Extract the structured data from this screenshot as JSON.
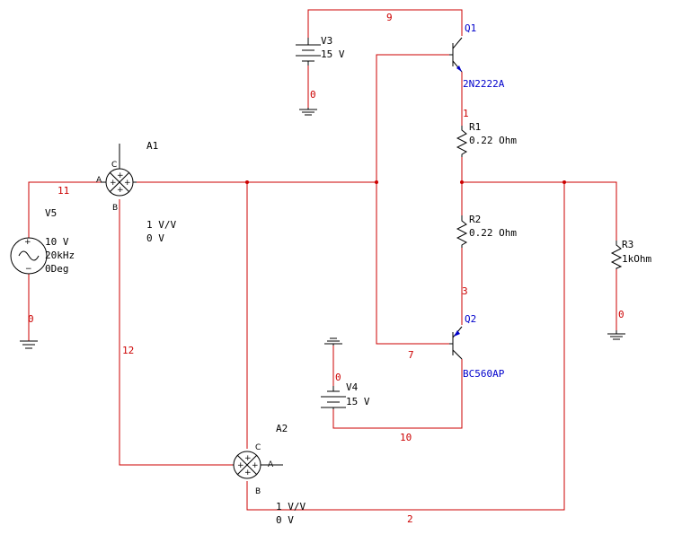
{
  "colors": {
    "wire": "#cc0000",
    "component": "#000000",
    "part_label": "#0000cc",
    "background": "#ffffff"
  },
  "components": {
    "v3": {
      "ref": "V3",
      "value": "15 V"
    },
    "v4": {
      "ref": "V4",
      "value": "15 V"
    },
    "v5": {
      "ref": "V5",
      "amplitude": "10 V",
      "frequency": "20kHz",
      "phase": "0Deg"
    },
    "q1": {
      "ref": "Q1",
      "part": "2N2222A"
    },
    "q2": {
      "ref": "Q2",
      "part": "BC560AP"
    },
    "r1": {
      "ref": "R1",
      "value": "0.22 Ohm"
    },
    "r2": {
      "ref": "R2",
      "value": "0.22 Ohm"
    },
    "r3": {
      "ref": "R3",
      "value": "1kOhm"
    },
    "a1": {
      "ref": "A1",
      "gain": "1 V/V",
      "offset": "0 V",
      "pin_a": "A",
      "pin_b": "B",
      "pin_c": "C"
    },
    "a2": {
      "ref": "A2",
      "gain": "1 V/V",
      "offset": "0 V",
      "pin_a": "A",
      "pin_b": "B",
      "pin_c": "C"
    }
  },
  "nets": {
    "n9": "9",
    "n0_v3": "0",
    "n1": "1",
    "n3": "3",
    "n7": "7",
    "n0_v4": "0",
    "n10": "10",
    "n11": "11",
    "n0_v5": "0",
    "n12": "12",
    "n2": "2",
    "n0_r3": "0"
  }
}
